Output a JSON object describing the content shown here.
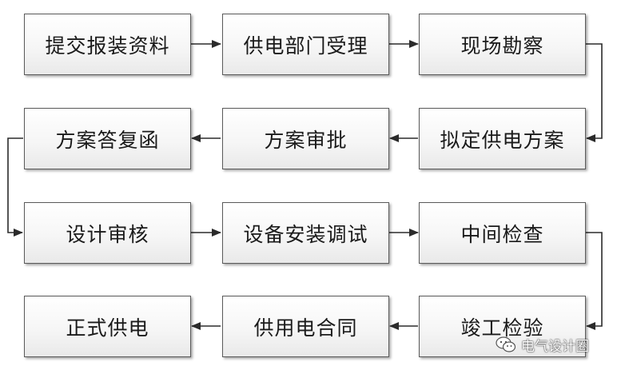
{
  "flow": {
    "steps": [
      "提交报装资料",
      "供电部门受理",
      "现场勘察",
      "拟定供电方案",
      "方案审批",
      "方案答复函",
      "设计审核",
      "设备安装调试",
      "中间检查",
      "竣工检验",
      "供用电合同",
      "正式供电"
    ]
  },
  "watermark": {
    "text": "电气设计圈",
    "icon": "wechat-icon"
  },
  "colors": {
    "box_border": "#5a5a5a",
    "arrow": "#2b2b2b",
    "text": "#1a1a1a"
  }
}
